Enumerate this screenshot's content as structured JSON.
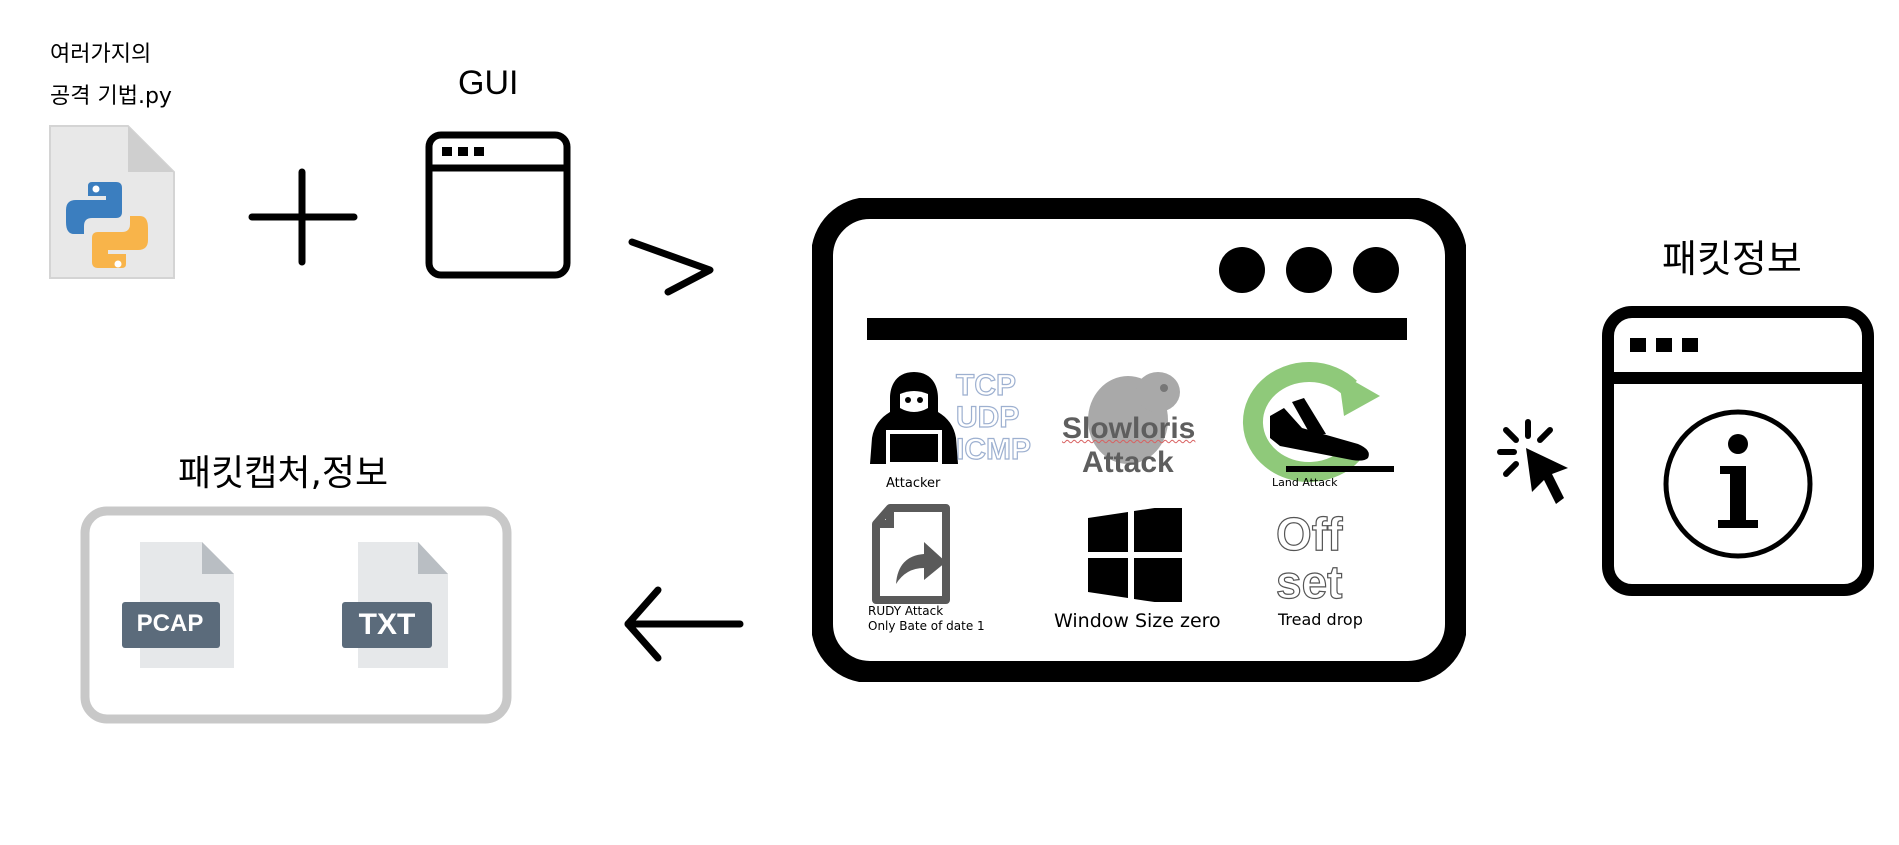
{
  "source": {
    "label_line1": "여러가지의",
    "label_line2": "공격 기법.py",
    "icon": "python-file-icon"
  },
  "gui": {
    "label": "GUI",
    "icon": "window-icon"
  },
  "plus_icon": "plus-icon",
  "app": {
    "window_icon": "app-window",
    "items": [
      {
        "label": "Attacker",
        "icon": "hacker-icon",
        "protocols": [
          "TCP",
          "UDP",
          "ICMP"
        ]
      },
      {
        "label_line1": "Slowloris",
        "label_line2": "Attack",
        "icon": "slowloris-icon"
      },
      {
        "label": "Land Attack",
        "icon": "plane-landing-icon"
      },
      {
        "label_line1": "RUDY Attack",
        "label_line2": "Only Bate of date 1",
        "icon": "file-share-icon"
      },
      {
        "label": "Window Size zero",
        "icon": "windows-logo-icon"
      },
      {
        "label_line1": "Off",
        "label_line2": "set",
        "caption": "Tread drop",
        "icon": "offset-icon"
      }
    ]
  },
  "packet_info": {
    "label": "패킷정보",
    "icon": "info-window-icon",
    "click_icon": "click-cursor-icon"
  },
  "capture": {
    "label": "패킷캡처,정보",
    "files": [
      {
        "badge": "PCAP",
        "icon": "pcap-file-icon"
      },
      {
        "badge": "TXT",
        "icon": "txt-file-icon"
      }
    ]
  },
  "colors": {
    "python_blue": "#3b7ebf",
    "python_yellow": "#f8b44a",
    "land_green": "#8fc97a",
    "file_badge": "#5b6b7b",
    "frame_gray": "#c8c8c8",
    "protocol_outline": "#9db0d0"
  }
}
